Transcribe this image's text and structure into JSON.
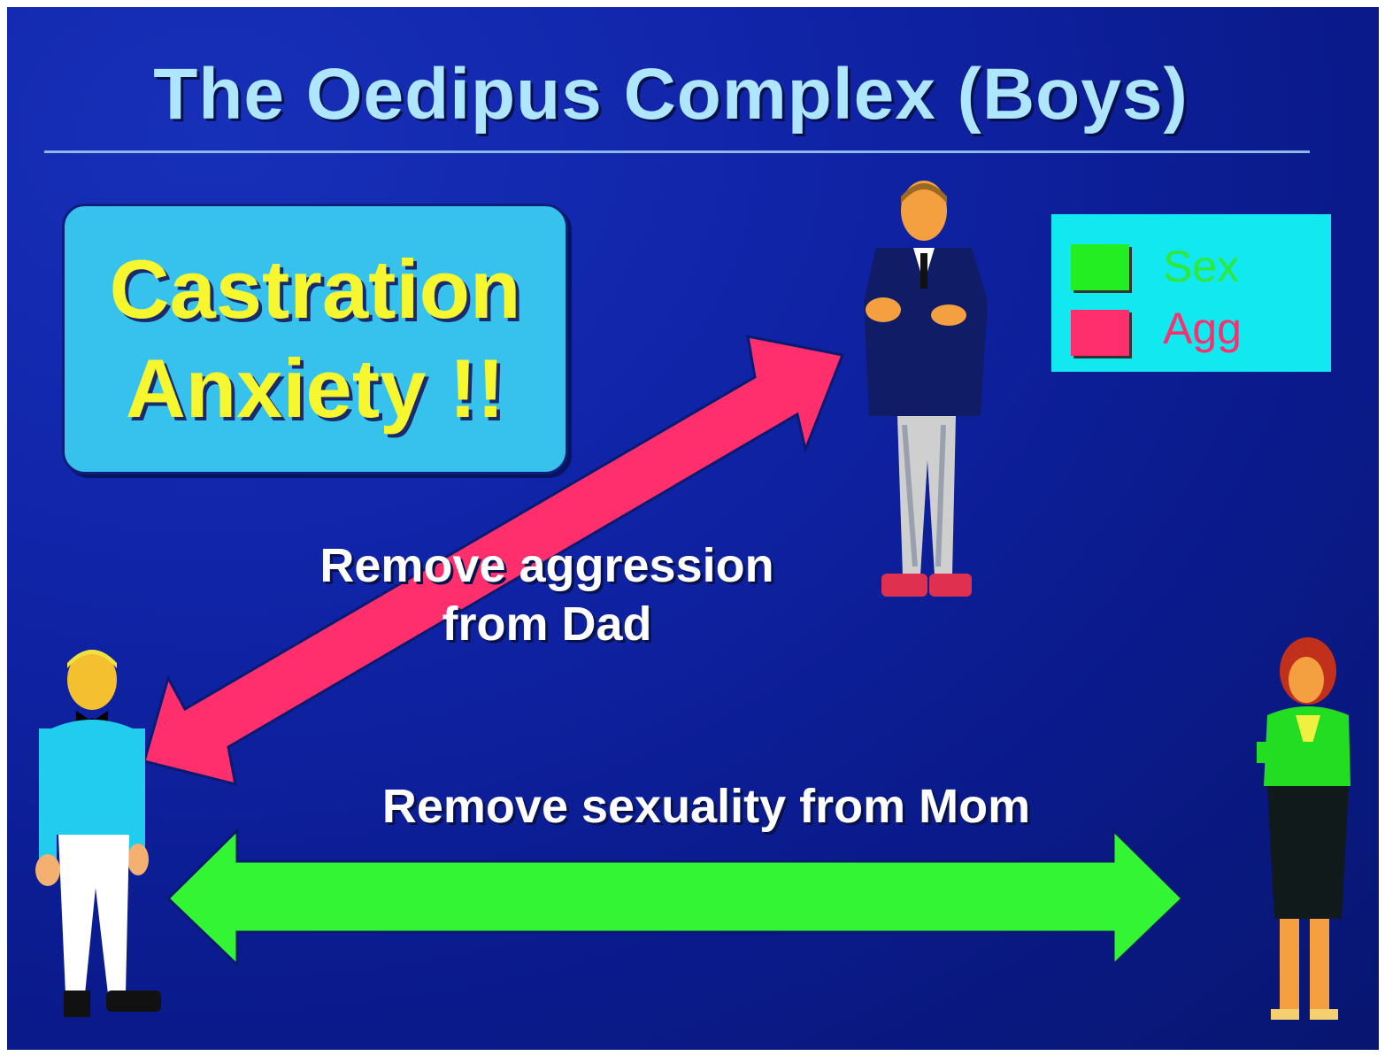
{
  "title": "The Oedipus Complex (Boys)",
  "anxiety": {
    "line1": "Castration",
    "line2": "Anxiety !!"
  },
  "legend": {
    "items": [
      {
        "label": "Sex",
        "color": "#22ee22"
      },
      {
        "label": "Agg",
        "color": "#ff2f6e"
      }
    ]
  },
  "captions": {
    "aggression_line1": "Remove aggression",
    "aggression_line2": "from Dad",
    "sexuality": "Remove sexuality from Mom"
  },
  "colors": {
    "background": "#1024a8",
    "title": "#aee6ff",
    "anxiety_box": "#37c2ee",
    "anxiety_text": "#f6f72e",
    "legend_box": "#11e8ef",
    "aggression_arrow": "#ff2f6e",
    "sexuality_arrow": "#33f533"
  },
  "figures": [
    "boy-figure",
    "dad-figure",
    "mom-figure"
  ]
}
